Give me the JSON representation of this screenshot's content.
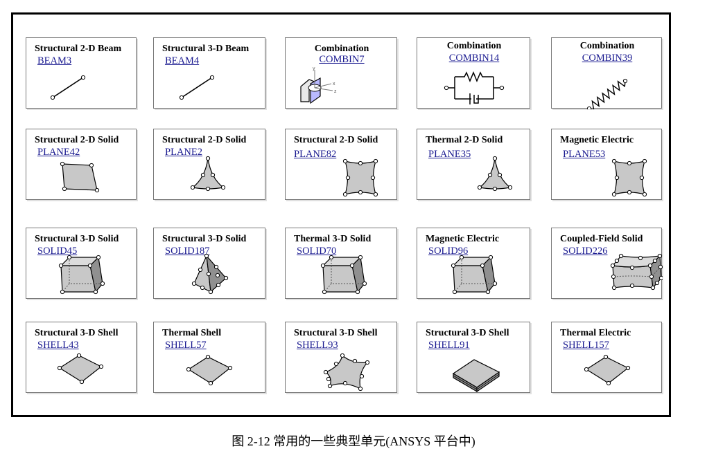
{
  "caption": "图 2-12 常用的一些典型单元(ANSYS 平台中)",
  "colors": {
    "shape_fill": "#c8c8c8",
    "shape_dark": "#909090",
    "link": "#1a1a90",
    "border": "#777777"
  },
  "elements": [
    {
      "title": "Structural 2-D Beam",
      "name": "BEAM3",
      "icon": "beam-2d-icon"
    },
    {
      "title": "Structural 3-D Beam",
      "name": "BEAM4",
      "icon": "beam-3d-icon"
    },
    {
      "title": "Combination",
      "name": "COMBIN7",
      "icon": "revolute-joint-icon"
    },
    {
      "title": "Combination",
      "name": "COMBIN14",
      "icon": "spring-damper-icon"
    },
    {
      "title": "Combination",
      "name": "COMBIN39",
      "icon": "nonlinear-spring-icon"
    },
    {
      "title": "Structural 2-D Solid",
      "name": "PLANE42",
      "icon": "quad-4node-icon"
    },
    {
      "title": "Structural 2-D Solid",
      "name": "PLANE2",
      "icon": "triangle-6node-icon"
    },
    {
      "title": "Structural 2-D Solid",
      "name": "PLANE82",
      "icon": "quad-8node-icon"
    },
    {
      "title": "Thermal 2-D Solid",
      "name": "PLANE35",
      "icon": "triangle-6node-icon"
    },
    {
      "title": "Magnetic Electric",
      "name": "PLANE53",
      "icon": "quad-8node-icon"
    },
    {
      "title": "Structural 3-D Solid",
      "name": "SOLID45",
      "icon": "brick-8node-icon"
    },
    {
      "title": "Structural 3-D Solid",
      "name": "SOLID187",
      "icon": "tetra-10node-icon"
    },
    {
      "title": "Thermal 3-D Solid",
      "name": "SOLID70",
      "icon": "brick-8node-icon"
    },
    {
      "title": "Magnetic Electric",
      "name": "SOLID96",
      "icon": "brick-8node-icon"
    },
    {
      "title": "Coupled-Field Solid",
      "name": "SOLID226",
      "icon": "brick-20node-icon"
    },
    {
      "title": "Structural 3-D Shell",
      "name": "SHELL43",
      "icon": "shell-4node-icon"
    },
    {
      "title": "Thermal Shell",
      "name": "SHELL57",
      "icon": "shell-4node-icon"
    },
    {
      "title": "Structural 3-D Shell",
      "name": "SHELL93",
      "icon": "shell-8node-icon"
    },
    {
      "title": "Structural 3-D Shell",
      "name": "SHELL91",
      "icon": "layered-shell-icon"
    },
    {
      "title": "Thermal Electric",
      "name": "SHELL157",
      "icon": "shell-4node-icon"
    }
  ]
}
